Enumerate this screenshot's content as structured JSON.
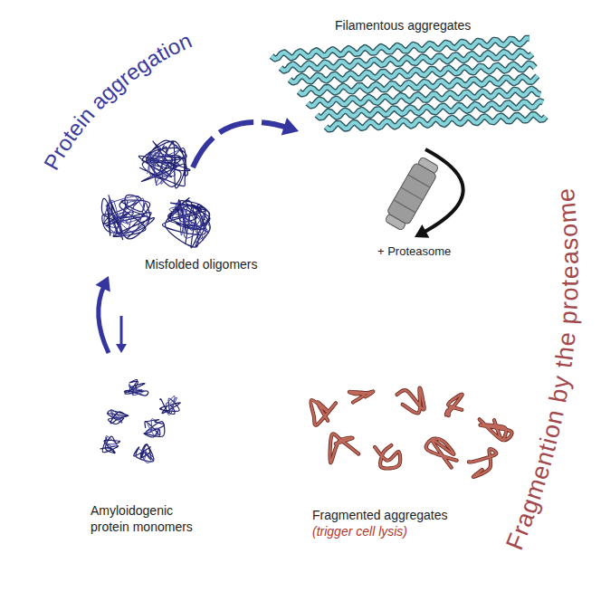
{
  "diagram": {
    "nodes": [
      {
        "text": [
          "Amyloidogenic protein monomers"
        ]
      },
      {
        "text": [
          "Misfolded oligomers"
        ]
      },
      {
        "text": [
          "Filamentous aggregates"
        ]
      },
      {
        "text": [
          "Fragmented aggregates",
          "(trigger cell lysis)"
        ]
      }
    ],
    "edges": [
      {
        "from": 0,
        "to": 1,
        "arrow": "both"
      },
      {
        "from": 1,
        "to": 2,
        "arrow": "to"
      },
      {
        "from": 2,
        "to": 3,
        "arrow": "to",
        "label": "+ Proteasome"
      }
    ],
    "labels": [
      "Protein aggregation",
      "Fragmention by the proteasome"
    ]
  }
}
